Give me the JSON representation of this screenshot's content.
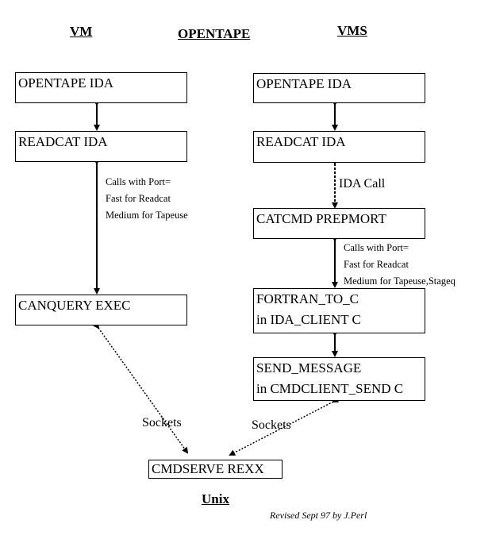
{
  "headers": {
    "vm": "VM",
    "title": "OPENTAPE",
    "vms": "VMS",
    "unix": "Unix"
  },
  "vm_column": {
    "boxes": [
      {
        "lines": [
          "OPENTAPE IDA"
        ]
      },
      {
        "lines": [
          "READCAT IDA"
        ]
      },
      {
        "lines": [
          "CANQUERY  EXEC"
        ]
      }
    ],
    "note": [
      "Calls with Port=",
      "Fast for Readcat",
      "Medium for Tapeuse"
    ]
  },
  "vms_column": {
    "boxes": [
      {
        "lines": [
          "OPENTAPE IDA"
        ]
      },
      {
        "lines": [
          "READCAT IDA"
        ]
      },
      {
        "lines": [
          "CATCMD PREPMORT"
        ]
      },
      {
        "lines": [
          "FORTRAN_TO_C",
          "in IDA_CLIENT C"
        ]
      },
      {
        "lines": [
          "SEND_MESSAGE",
          "in  CMDCLIENT_SEND  C"
        ]
      }
    ],
    "ida_call_label": "IDA Call",
    "note": [
      "Calls with Port=",
      "Fast for Readcat",
      "Medium for Tapeuse,Stageq"
    ]
  },
  "unix": {
    "box": "CMDSERVE   REXX"
  },
  "socket_labels": [
    "Sockets",
    "Sockets"
  ],
  "credit": "Revised Sept 97 by J.Perl"
}
